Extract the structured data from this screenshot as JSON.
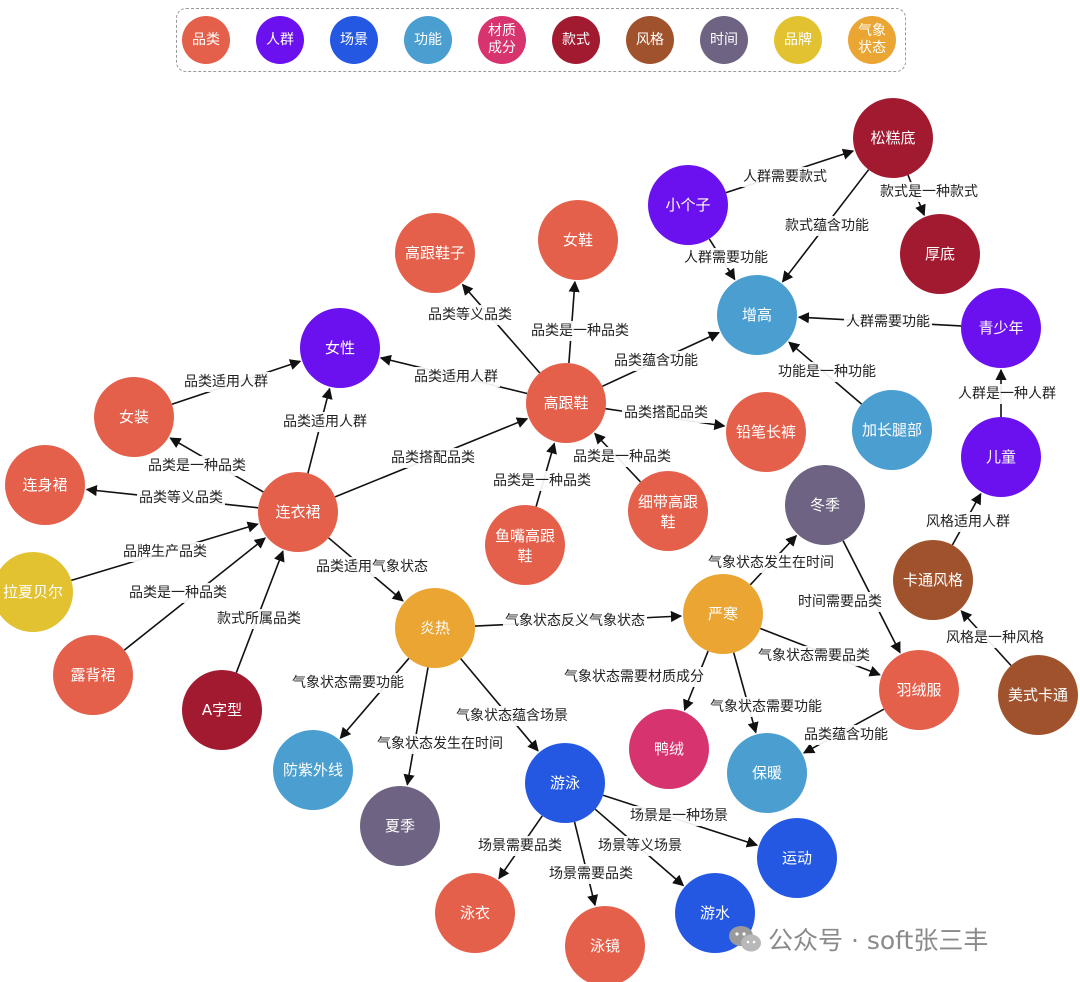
{
  "legend": [
    {
      "label": "品类",
      "color": "#e4604b"
    },
    {
      "label": "人群",
      "color": "#6b10ee"
    },
    {
      "label": "场景",
      "color": "#2458e3"
    },
    {
      "label": "功能",
      "color": "#4b9ed0"
    },
    {
      "label": "材质\n成分",
      "color": "#d7336e"
    },
    {
      "label": "款式",
      "color": "#a11a30"
    },
    {
      "label": "风格",
      "color": "#a0522d"
    },
    {
      "label": "时间",
      "color": "#6e6382"
    },
    {
      "label": "品牌",
      "color": "#e3c232"
    },
    {
      "label": "气象\n状态",
      "color": "#eaa532"
    }
  ],
  "nodes": [
    {
      "id": "songgaodi",
      "label": "松糕底",
      "cat": "款式"
    },
    {
      "id": "xiaogezi",
      "label": "小个子",
      "cat": "人群"
    },
    {
      "id": "houdi",
      "label": "厚底",
      "cat": "款式"
    },
    {
      "id": "gaogenxiezi",
      "label": "高跟鞋子",
      "cat": "品类"
    },
    {
      "id": "nvxie",
      "label": "女鞋",
      "cat": "品类"
    },
    {
      "id": "zenggao",
      "label": "增高",
      "cat": "功能"
    },
    {
      "id": "qingshaonian",
      "label": "青少年",
      "cat": "人群"
    },
    {
      "id": "nvxing",
      "label": "女性",
      "cat": "人群"
    },
    {
      "id": "nvzhuang",
      "label": "女装",
      "cat": "品类"
    },
    {
      "id": "gaogenxie",
      "label": "高跟鞋",
      "cat": "品类"
    },
    {
      "id": "jiachangtuibu",
      "label": "加长腿部",
      "cat": "功能"
    },
    {
      "id": "qianbichangku",
      "label": "铅笔长裤",
      "cat": "品类"
    },
    {
      "id": "lianshequn",
      "label": "连身裙",
      "cat": "品类"
    },
    {
      "id": "ertong",
      "label": "儿童",
      "cat": "人群"
    },
    {
      "id": "lianyiqun",
      "label": "连衣裙",
      "cat": "品类"
    },
    {
      "id": "xidaigaogenxie",
      "label": "细带高跟\n鞋",
      "cat": "品类"
    },
    {
      "id": "dongji",
      "label": "冬季",
      "cat": "时间"
    },
    {
      "id": "yuzuigaogenxie",
      "label": "鱼嘴高跟\n鞋",
      "cat": "品类"
    },
    {
      "id": "katongfengge",
      "label": "卡通风格",
      "cat": "风格"
    },
    {
      "id": "laxiabeier",
      "label": "拉夏贝尔",
      "cat": "品牌"
    },
    {
      "id": "yanre",
      "label": "炎热",
      "cat": "气象状态"
    },
    {
      "id": "yanhan",
      "label": "严寒",
      "cat": "气象状态"
    },
    {
      "id": "loubeiqun",
      "label": "露背裙",
      "cat": "品类"
    },
    {
      "id": "azixing",
      "label": "A字型",
      "cat": "款式"
    },
    {
      "id": "yurongfu",
      "label": "羽绒服",
      "cat": "品类"
    },
    {
      "id": "meishikatong",
      "label": "美式卡通",
      "cat": "风格"
    },
    {
      "id": "fangziwaixian",
      "label": "防紫外线",
      "cat": "功能"
    },
    {
      "id": "yarong",
      "label": "鸭绒",
      "cat": "材质成分"
    },
    {
      "id": "baonuan",
      "label": "保暖",
      "cat": "功能"
    },
    {
      "id": "youyong",
      "label": "游泳",
      "cat": "场景"
    },
    {
      "id": "xiaji",
      "label": "夏季",
      "cat": "时间"
    },
    {
      "id": "yundong",
      "label": "运动",
      "cat": "场景"
    },
    {
      "id": "yongyi",
      "label": "泳衣",
      "cat": "品类"
    },
    {
      "id": "youshui",
      "label": "游水",
      "cat": "场景"
    },
    {
      "id": "yongjing",
      "label": "泳镜",
      "cat": "品类"
    }
  ],
  "edges": [
    {
      "from": "xiaogezi",
      "to": "songgaodi",
      "label": "人群需要款式"
    },
    {
      "from": "songgaodi",
      "to": "houdi",
      "label": "款式是一种款式"
    },
    {
      "from": "songgaodi",
      "to": "zenggao",
      "label": "款式蕴含功能"
    },
    {
      "from": "xiaogezi",
      "to": "zenggao",
      "label": "人群需要功能"
    },
    {
      "from": "qingshaonian",
      "to": "zenggao",
      "label": "人群需要功能"
    },
    {
      "from": "jiachangtuibu",
      "to": "zenggao",
      "label": "功能是一种功能"
    },
    {
      "from": "ertong",
      "to": "qingshaonian",
      "label": "人群是一种人群"
    },
    {
      "from": "katongfengge",
      "to": "ertong",
      "label": "风格适用人群"
    },
    {
      "from": "meishikatong",
      "to": "katongfengge",
      "label": "风格是一种风格"
    },
    {
      "from": "gaogenxie",
      "to": "gaogenxiezi",
      "label": "品类等义品类"
    },
    {
      "from": "gaogenxie",
      "to": "nvxie",
      "label": "品类是一种品类"
    },
    {
      "from": "gaogenxie",
      "to": "zenggao",
      "label": "品类蕴含功能"
    },
    {
      "from": "gaogenxie",
      "to": "nvxing",
      "label": "品类适用人群"
    },
    {
      "from": "gaogenxie",
      "to": "qianbichangku",
      "label": "品类搭配品类"
    },
    {
      "from": "xidaigaogenxie",
      "to": "gaogenxie",
      "label": "品类是一种品类"
    },
    {
      "from": "yuzuigaogenxie",
      "to": "gaogenxie",
      "label": "品类是一种品类"
    },
    {
      "from": "nvzhuang",
      "to": "nvxing",
      "label": "品类适用人群"
    },
    {
      "from": "lianyiqun",
      "to": "nvxing",
      "label": "品类适用人群"
    },
    {
      "from": "lianyiqun",
      "to": "nvzhuang",
      "label": "品类是一种品类"
    },
    {
      "from": "lianyiqun",
      "to": "lianshequn",
      "label": "品类等义品类"
    },
    {
      "from": "lianyiqun",
      "to": "gaogenxie",
      "label": "品类搭配品类"
    },
    {
      "from": "laxiabeier",
      "to": "lianyiqun",
      "label": "品牌生产品类"
    },
    {
      "from": "loubeiqun",
      "to": "lianyiqun",
      "label": "品类是一种品类"
    },
    {
      "from": "azixing",
      "to": "lianyiqun",
      "label": "款式所属品类"
    },
    {
      "from": "lianyiqun",
      "to": "yanre",
      "label": "品类适用气象状态"
    },
    {
      "from": "yanre",
      "to": "yanhan",
      "label": "气象状态反义气象状态"
    },
    {
      "from": "yanre",
      "to": "fangziwaixian",
      "label": "气象状态需要功能"
    },
    {
      "from": "yanre",
      "to": "xiaji",
      "label": "气象状态发生在时间"
    },
    {
      "from": "yanre",
      "to": "youyong",
      "label": "气象状态蕴含场景"
    },
    {
      "from": "yanhan",
      "to": "dongji",
      "label": "气象状态发生在时间"
    },
    {
      "from": "dongji",
      "to": "yurongfu",
      "label": "时间需要品类"
    },
    {
      "from": "yanhan",
      "to": "yurongfu",
      "label": "气象状态需要品类"
    },
    {
      "from": "yanhan",
      "to": "yarong",
      "label": "气象状态需要材质成分"
    },
    {
      "from": "yanhan",
      "to": "baonuan",
      "label": "气象状态需要功能"
    },
    {
      "from": "yurongfu",
      "to": "baonuan",
      "label": "品类蕴含功能"
    },
    {
      "from": "youyong",
      "to": "yundong",
      "label": "场景是一种场景"
    },
    {
      "from": "youyong",
      "to": "youshui",
      "label": "场景等义场景"
    },
    {
      "from": "youyong",
      "to": "yongyi",
      "label": "场景需要品类"
    },
    {
      "from": "youyong",
      "to": "yongjing",
      "label": "场景需要品类"
    }
  ],
  "watermark": {
    "text": "公众号 · soft张三丰",
    "icon": "wechat-icon"
  }
}
